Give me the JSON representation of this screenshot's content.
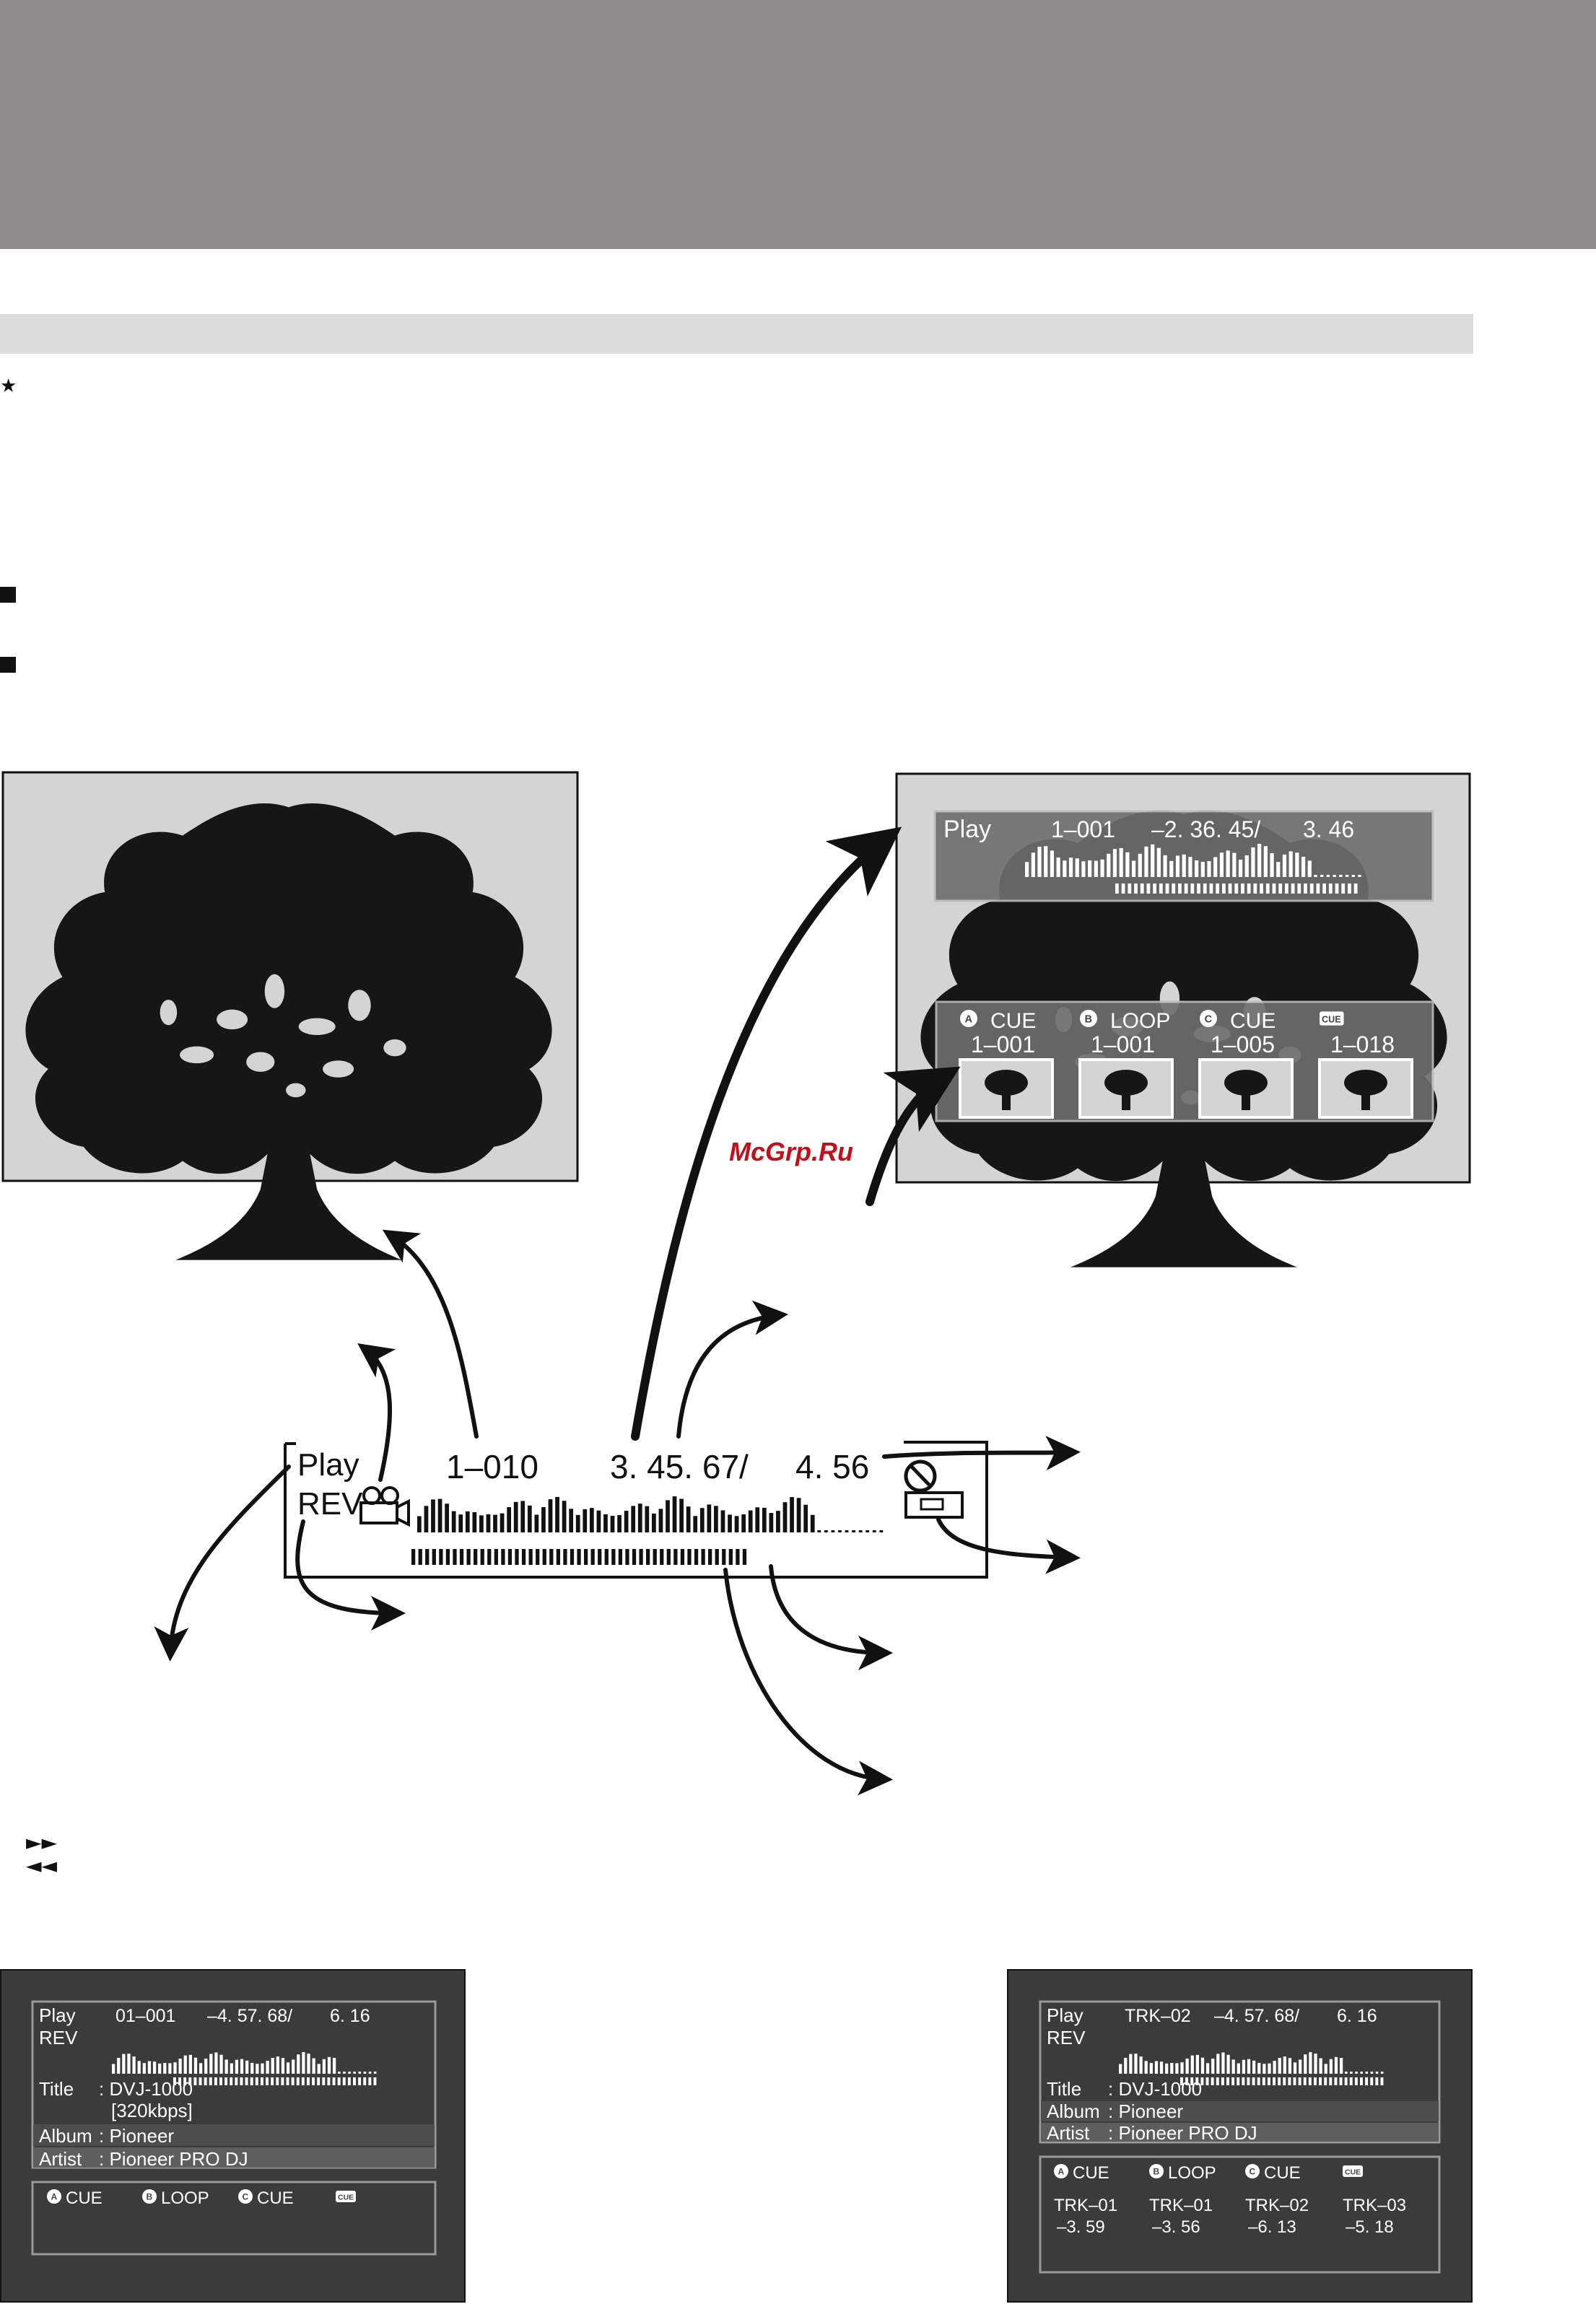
{
  "watermark": "McGrp.Ru",
  "main_display": {
    "mode": "Play",
    "direction": "REV",
    "track": "1–010",
    "elapsed": "3. 45. 67/",
    "total": "4. 56"
  },
  "overlay_display": {
    "mode": "Play",
    "track": "1–001",
    "remain": "–2. 36. 45/",
    "total": "3. 46",
    "hotcues": [
      {
        "badge": "A",
        "kind": "CUE",
        "track": "1–001",
        "icon": "tree-thumbnail-icon"
      },
      {
        "badge": "B",
        "kind": "LOOP",
        "track": "1–001",
        "icon": "leaf-thumbnail-icon"
      },
      {
        "badge": "C",
        "kind": "CUE",
        "track": "1–005",
        "icon": "toucan-thumbnail-icon"
      },
      {
        "badge": "CUE",
        "kind": "",
        "track": "1–018",
        "icon": "sofa-thumbnail-icon"
      }
    ]
  },
  "panel_left": {
    "mode": "Play",
    "direction": "REV",
    "track": "01–001",
    "remain": "–4. 57. 68/",
    "total": "6. 16",
    "title_label": "Title",
    "title_value": ": DVJ-1000",
    "bitrate": "[320kbps]",
    "album_label": "Album",
    "album_value": ": Pioneer",
    "artist_label": "Artist",
    "artist_value": ": Pioneer PRO DJ",
    "hotcues": [
      {
        "badge": "A",
        "label": "CUE"
      },
      {
        "badge": "B",
        "label": "LOOP"
      },
      {
        "badge": "C",
        "label": "CUE"
      },
      {
        "badge": "CUE",
        "label": ""
      }
    ]
  },
  "panel_right": {
    "mode": "Play",
    "direction": "REV",
    "track": "TRK–02",
    "remain": "–4. 57. 68/",
    "total": "6. 16",
    "title_label": "Title",
    "title_value": ": DVJ-1000",
    "album_label": "Album",
    "album_value": ": Pioneer",
    "artist_label": "Artist",
    "artist_value": ": Pioneer PRO DJ",
    "hotcues": [
      {
        "badge": "A",
        "label": "CUE",
        "track": "TRK–01",
        "time": "–3. 59"
      },
      {
        "badge": "B",
        "label": "LOOP",
        "track": "TRK–01",
        "time": "–3. 56"
      },
      {
        "badge": "C",
        "label": "CUE",
        "track": "TRK–02",
        "time": "–6. 13"
      },
      {
        "badge": "CUE",
        "label": "",
        "track": "TRK–03",
        "time": "–5. 18"
      }
    ]
  },
  "colors": {
    "header_band": "#8f8d8e",
    "sub_band": "#dcdcdc",
    "screen_bg": "#d4d4d4",
    "panel_bg": "#3b3b3b",
    "watermark": "#c0101a"
  }
}
